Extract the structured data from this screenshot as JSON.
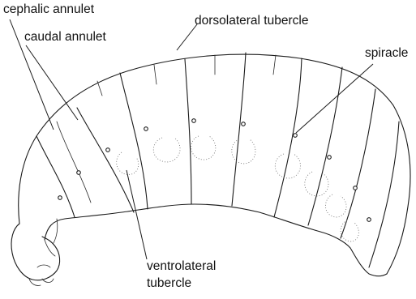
{
  "labels": {
    "cephalic_annulet": "cephalic annulet",
    "caudal_annulet": "caudal annulet",
    "dorsolateral_tubercle": "dorsolateral tubercle",
    "spiracle": "spiracle",
    "ventrolateral_line1": "ventrolateral",
    "ventrolateral_line2": "tubercle"
  }
}
